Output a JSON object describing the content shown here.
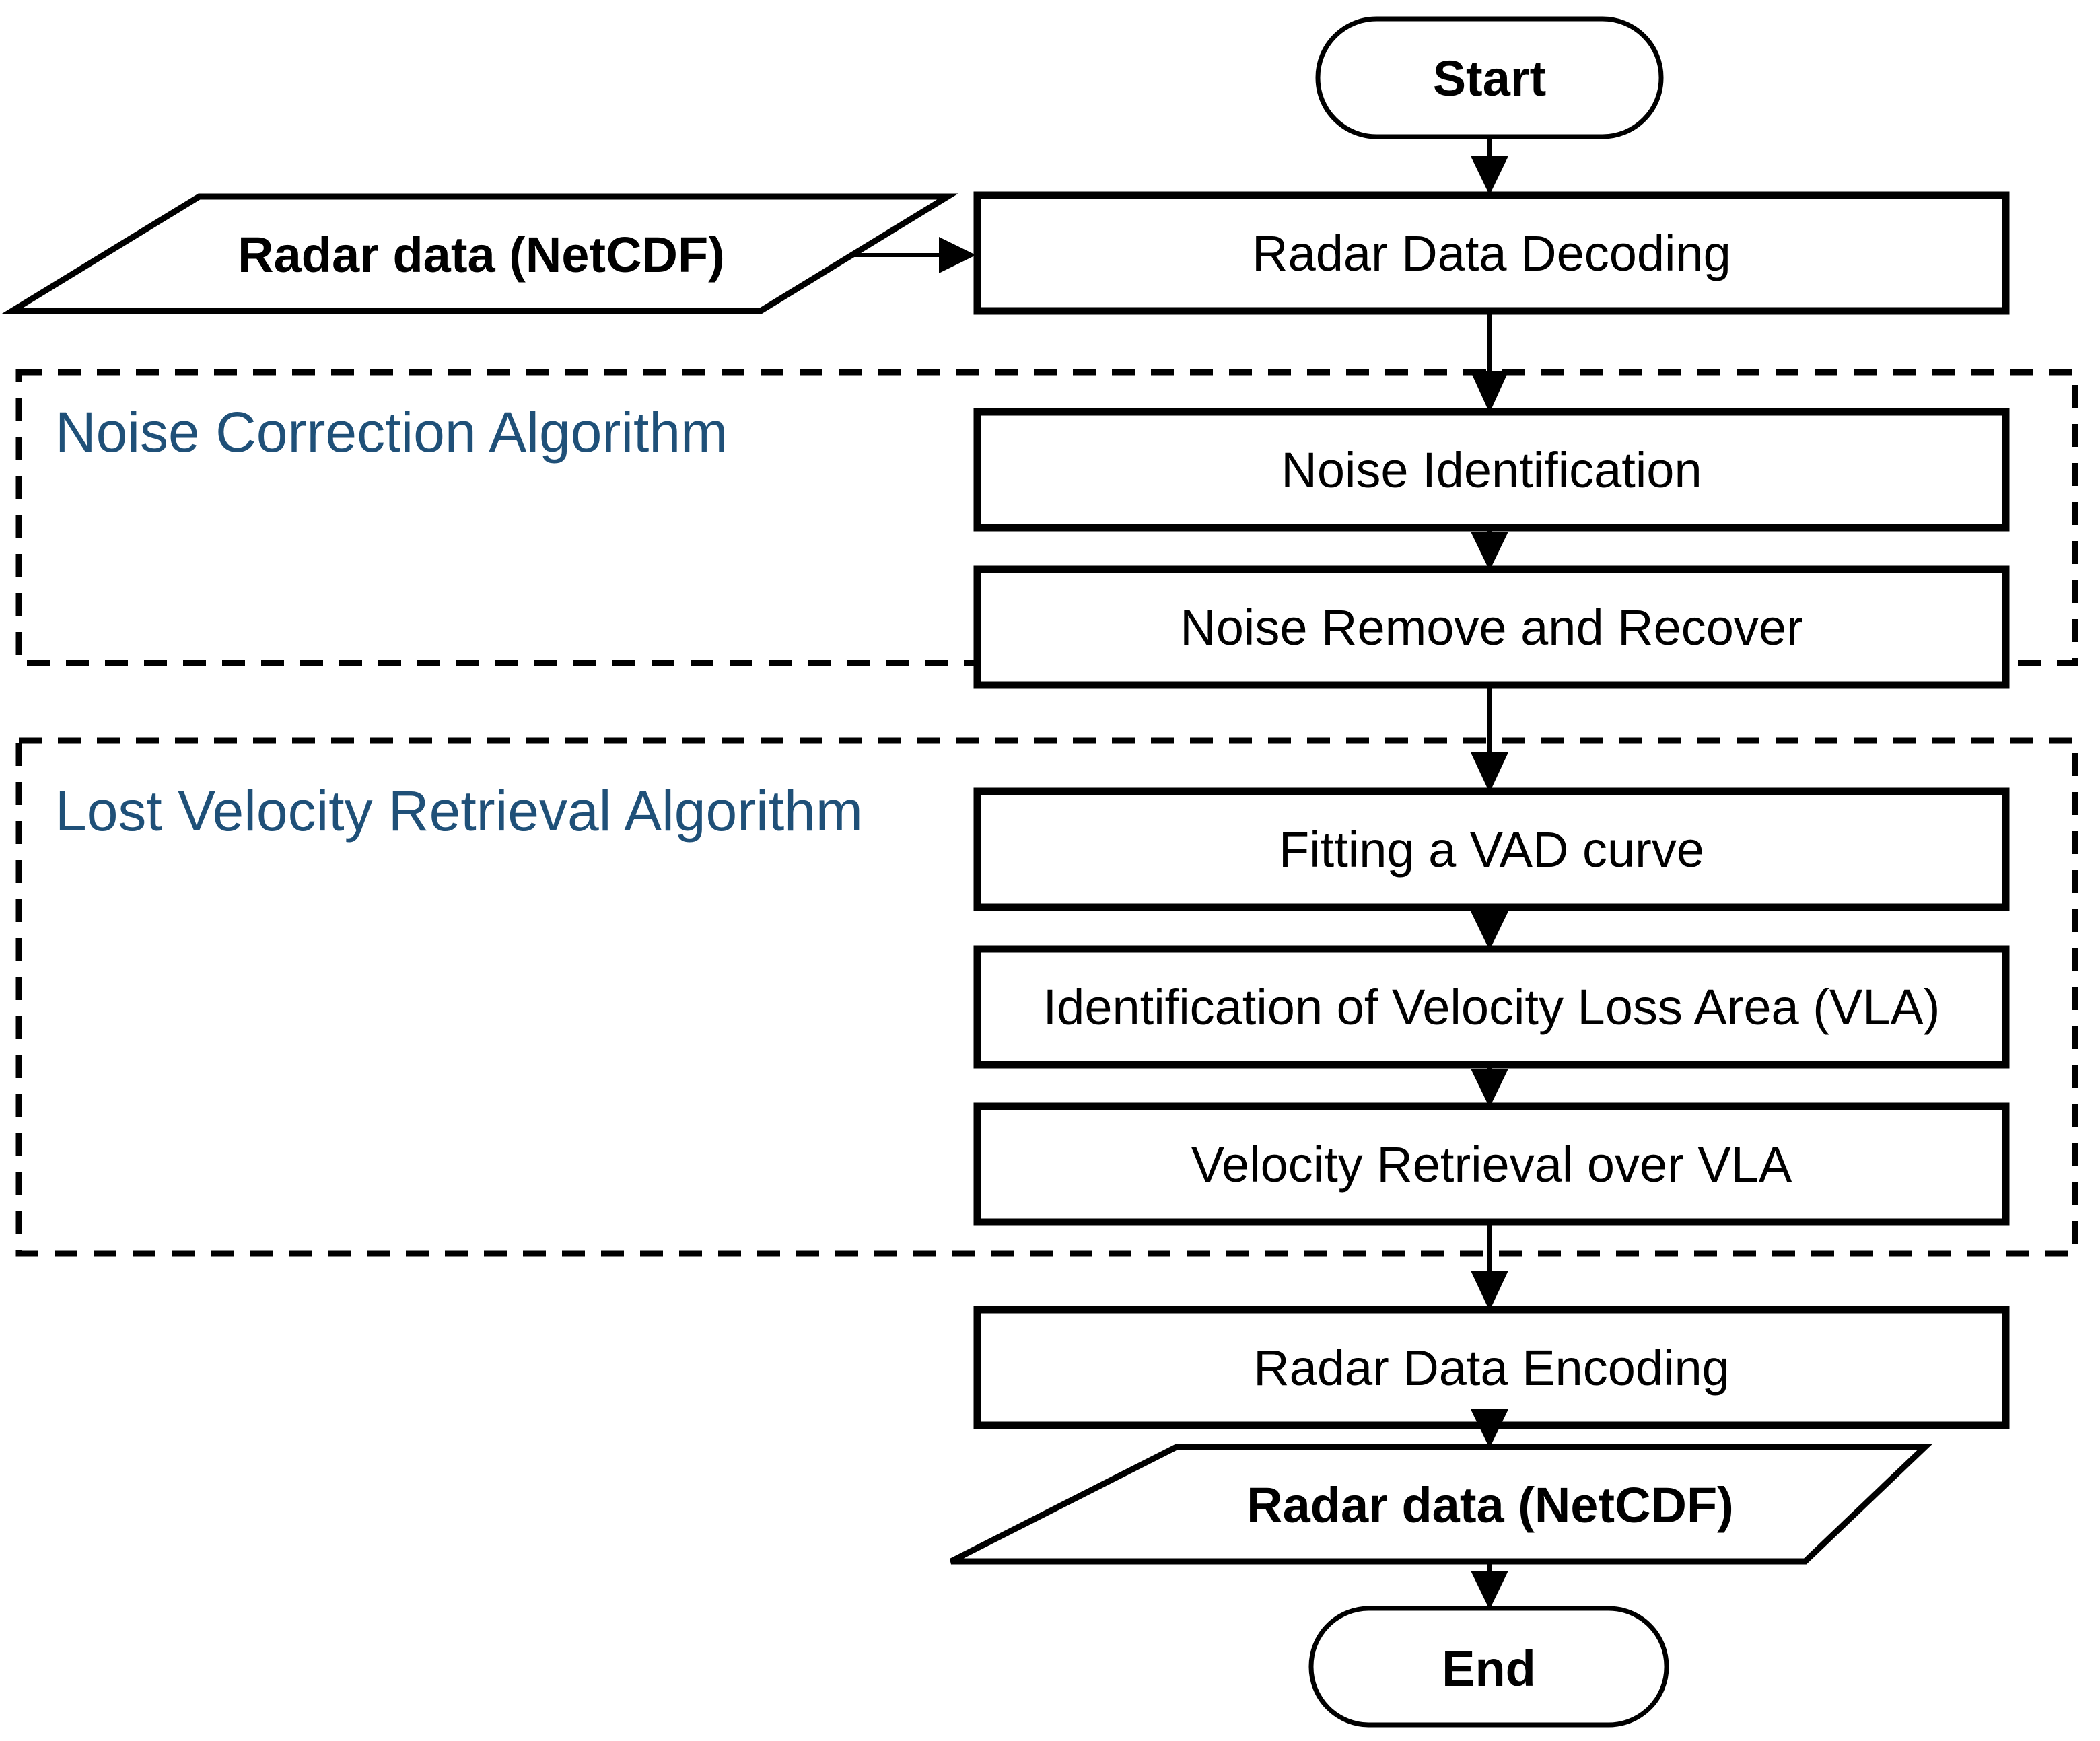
{
  "diagram": {
    "title": "Radar data processing flowchart",
    "accent_color": "#1f5078",
    "line_color": "#000000",
    "background": "#ffffff"
  },
  "nodes": {
    "start": {
      "label": "Start",
      "shape": "terminal"
    },
    "input_data": {
      "label": "Radar data (NetCDF)",
      "shape": "parallelogram-input"
    },
    "radar_data_decoding": {
      "label": "Radar Data Decoding",
      "shape": "process"
    },
    "noise_identification": {
      "label": "Noise Identification",
      "shape": "process"
    },
    "noise_remove_recover": {
      "label": "Noise Remove and Recover",
      "shape": "process"
    },
    "fitting_vad_curve": {
      "label": "Fitting a VAD curve",
      "shape": "process"
    },
    "identification_vla": {
      "label": "Identification of Velocity Loss Area (VLA)",
      "shape": "process"
    },
    "velocity_retrieval_vla": {
      "label": "Velocity Retrieval over VLA",
      "shape": "process"
    },
    "radar_data_encoding": {
      "label": "Radar Data Encoding",
      "shape": "process"
    },
    "output_data": {
      "label": "Radar data (NetCDF)",
      "shape": "parallelogram-output"
    },
    "end": {
      "label": "End",
      "shape": "terminal"
    }
  },
  "groups": {
    "noise_correction": {
      "label": "Noise Correction Algorithm",
      "style": "dashed"
    },
    "lost_velocity_retrieval": {
      "label": "Lost Velocity Retrieval Algorithm",
      "style": "dashed"
    }
  },
  "edges": [
    {
      "from": "start",
      "to": "radar_data_decoding",
      "direction": "down"
    },
    {
      "from": "input_data",
      "to": "radar_data_decoding",
      "direction": "right"
    },
    {
      "from": "radar_data_decoding",
      "to": "noise_identification",
      "direction": "down"
    },
    {
      "from": "noise_identification",
      "to": "noise_remove_recover",
      "direction": "down"
    },
    {
      "from": "noise_remove_recover",
      "to": "fitting_vad_curve",
      "direction": "down"
    },
    {
      "from": "fitting_vad_curve",
      "to": "identification_vla",
      "direction": "down"
    },
    {
      "from": "identification_vla",
      "to": "velocity_retrieval_vla",
      "direction": "down"
    },
    {
      "from": "velocity_retrieval_vla",
      "to": "radar_data_encoding",
      "direction": "down"
    },
    {
      "from": "radar_data_encoding",
      "to": "output_data",
      "direction": "down"
    },
    {
      "from": "output_data",
      "to": "end",
      "direction": "down"
    }
  ]
}
